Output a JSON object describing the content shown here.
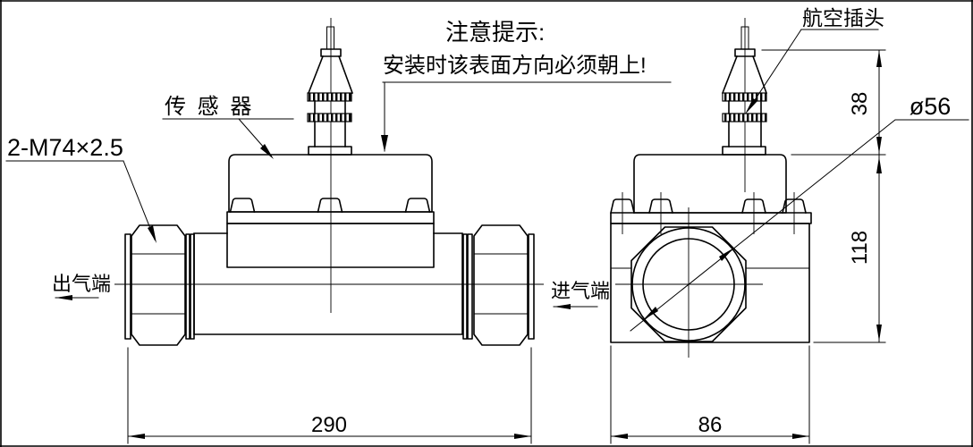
{
  "note": {
    "heading": "注意提示:",
    "body": "安装时该表面方向必须朝上!"
  },
  "labels": {
    "sensor": "传 感 器",
    "aviation_plug": "航空插头",
    "thread_spec": "2-M74×2.5",
    "outlet_end": "出气端",
    "inlet_end": "进气端"
  },
  "dimensions": {
    "overall_length": "290",
    "body_width": "86",
    "plug_height": "38",
    "body_height": "118",
    "bore_diameter": "ø56"
  },
  "colors": {
    "line": "#000000",
    "background": "#ffffff"
  }
}
